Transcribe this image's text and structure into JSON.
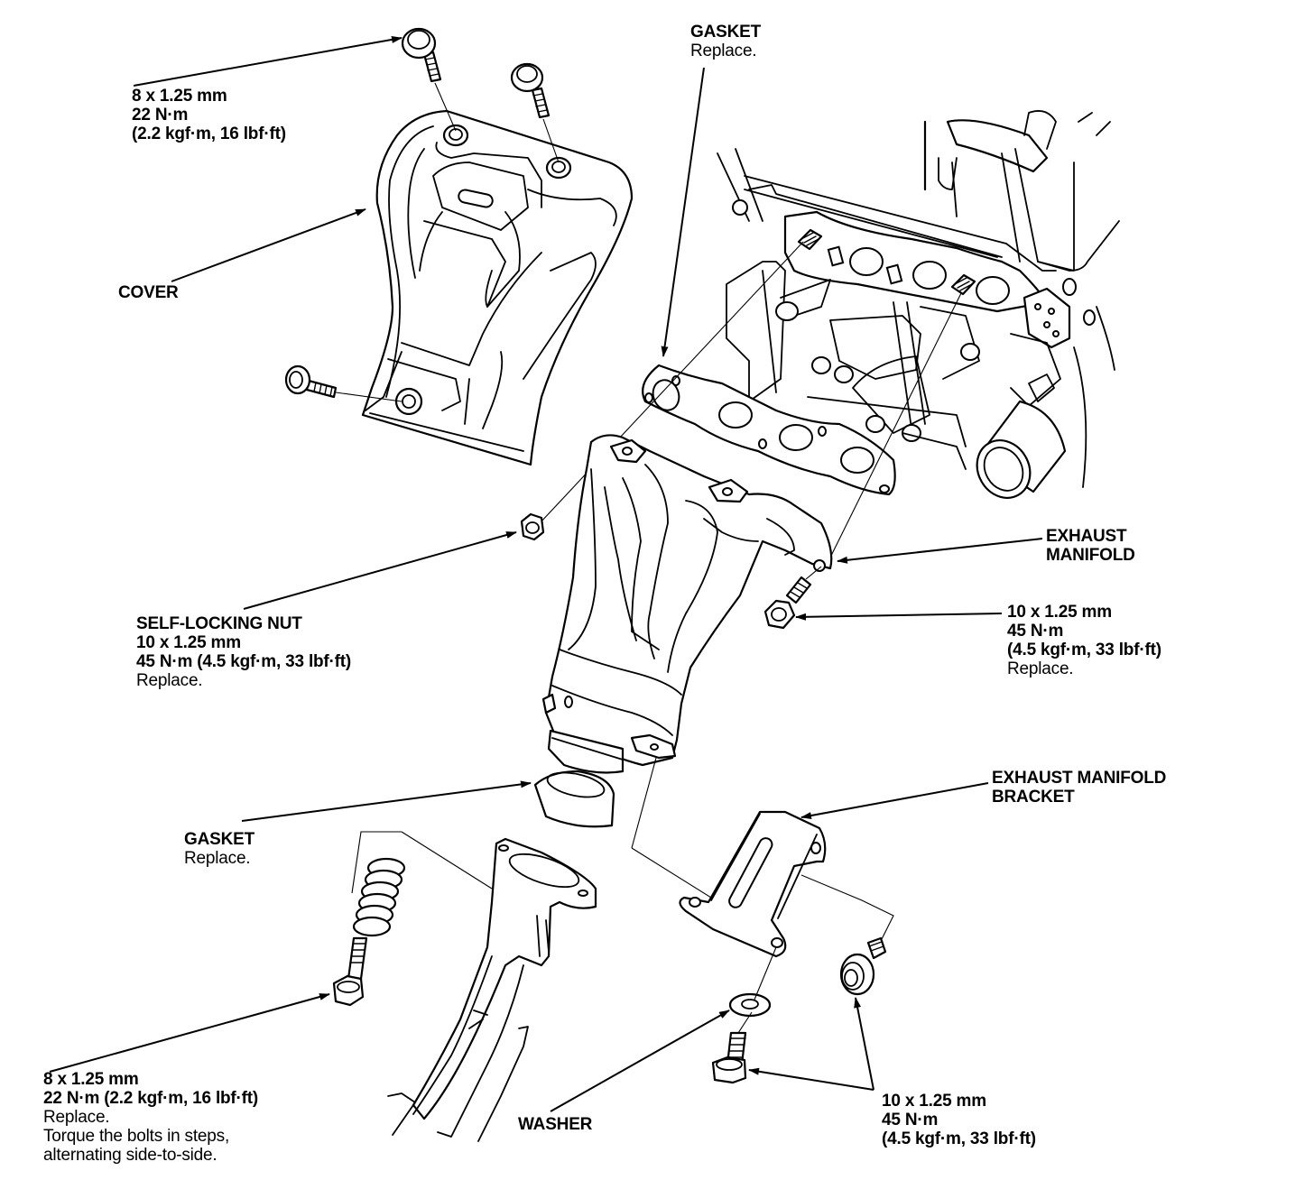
{
  "diagram": {
    "title": "Exhaust Manifold Removal/Installation - Exploded View",
    "callouts": {
      "cover_bolt_spec": {
        "size": "8 x 1.25 mm",
        "torque_nm": "22 N·m",
        "torque_alt": "(2.2 kgf·m, 16 lbf·ft)"
      },
      "cover": {
        "name": "COVER"
      },
      "upper_gasket": {
        "name": "GASKET",
        "note": "Replace."
      },
      "exhaust_manifold": {
        "name_line1": "EXHAUST",
        "name_line2": "MANIFOLD"
      },
      "manifold_bolt_spec": {
        "size": "10 x 1.25 mm",
        "torque_nm": "45 N·m",
        "torque_alt": "(4.5 kgf·m, 33 lbf·ft)",
        "note": "Replace."
      },
      "self_locking_nut": {
        "name": "SELF-LOCKING NUT",
        "size": "10 x 1.25 mm",
        "torque": "45 N·m (4.5 kgf·m, 33 lbf·ft)",
        "note": "Replace."
      },
      "lower_gasket": {
        "name": "GASKET",
        "note": "Replace."
      },
      "bracket": {
        "name_line1": "EXHAUST MANIFOLD",
        "name_line2": "BRACKET"
      },
      "spring_bolt_spec": {
        "size": "8 x 1.25 mm",
        "torque": "22 N·m (2.2 kgf·m, 16 lbf·ft)",
        "note": "Replace.",
        "instruction_line1": "Torque the bolts in steps,",
        "instruction_line2": "alternating side-to-side."
      },
      "washer": {
        "name": "WASHER"
      },
      "bracket_bolt_spec": {
        "size": "10 x 1.25 mm",
        "torque_nm": "45 N·m",
        "torque_alt": "(4.5 kgf·m, 33 lbf·ft)"
      }
    }
  }
}
